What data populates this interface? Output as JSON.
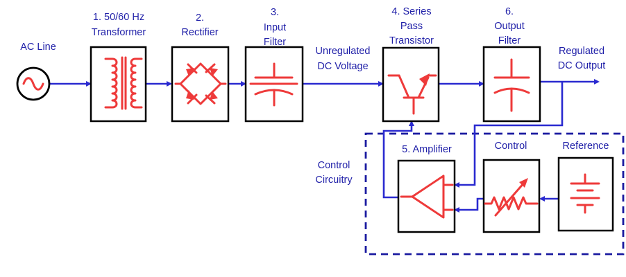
{
  "labels": {
    "ac_line": "AC Line",
    "transformer_l1": "1. 50/60  Hz",
    "transformer_l2": "Transformer",
    "rectifier_l1": "2.",
    "rectifier_l2": "Rectifier",
    "input_filter_l1": "3.",
    "input_filter_l2": "Input",
    "input_filter_l3": "Filter",
    "unregulated_l1": "Unregulated",
    "unregulated_l2": "DC Voltage",
    "series_pass_l1": "4. Series",
    "series_pass_l2": "Pass",
    "series_pass_l3": "Transistor",
    "output_filter_l1": "6.",
    "output_filter_l2": "Output",
    "output_filter_l3": "Filter",
    "regulated_l1": "Regulated",
    "regulated_l2": "DC Output",
    "amplifier": "5. Amplifier",
    "control": "Control",
    "reference": "Reference",
    "control_circuitry_l1": "Control",
    "control_circuitry_l2": "Circuitry"
  },
  "colors": {
    "label_text": "#1f1fa8",
    "wire": "#2a2ad0",
    "symbol": "#ee3a3a",
    "box_border": "#000000"
  },
  "icons": [
    "ac-source-icon",
    "transformer-icon",
    "bridge-rectifier-icon",
    "capacitor-icon",
    "transistor-icon",
    "op-amp-icon",
    "variable-resistor-icon",
    "battery-icon"
  ]
}
